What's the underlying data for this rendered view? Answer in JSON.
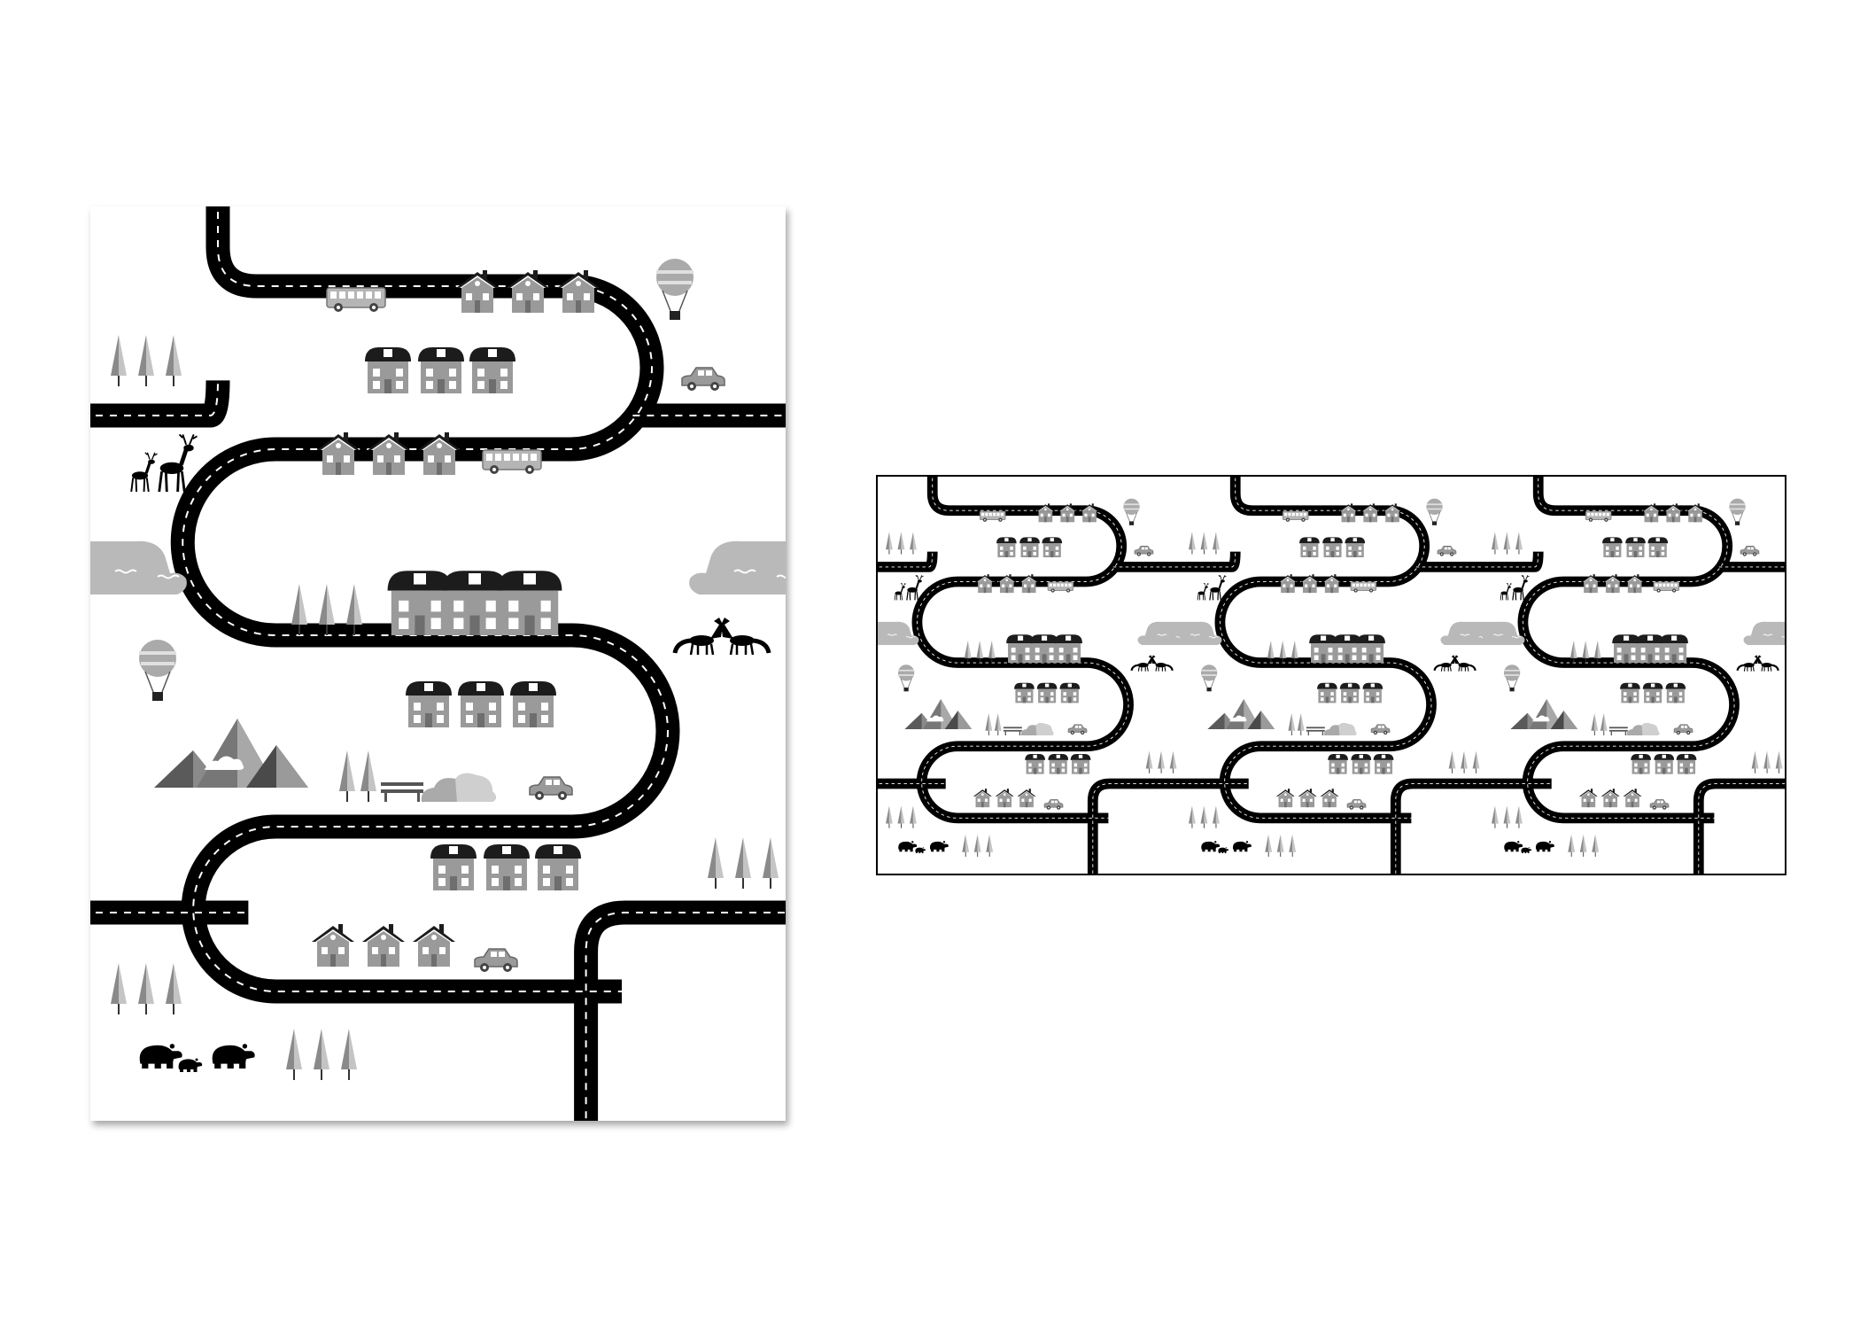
{
  "palette": {
    "background": "#ffffff",
    "road": "#000000",
    "lane_marking": "#ffffff",
    "roof_dark": "#1c1c1c",
    "wall_light": "#9a9a9a",
    "wall_dark": "#6e6e6e",
    "tree_dark": "#8a8a8a",
    "tree_light": "#c4c4c4",
    "lake": "#b9b9b9",
    "animal": "#000000",
    "frame": "#000000"
  },
  "posters": [
    {
      "name": "single-road-map-poster",
      "style": "drop-shadow"
    },
    {
      "name": "tiled-road-map-pattern",
      "style": "framed",
      "repeats": 3
    }
  ],
  "icons": [
    "tree-icon",
    "house-icon",
    "townhouse-icon",
    "bus-icon",
    "car-icon",
    "hot-air-balloon-icon",
    "deer-icon",
    "fox-icon",
    "bear-icon",
    "mountain-icon",
    "lake-icon",
    "bench-icon",
    "bush-icon"
  ]
}
